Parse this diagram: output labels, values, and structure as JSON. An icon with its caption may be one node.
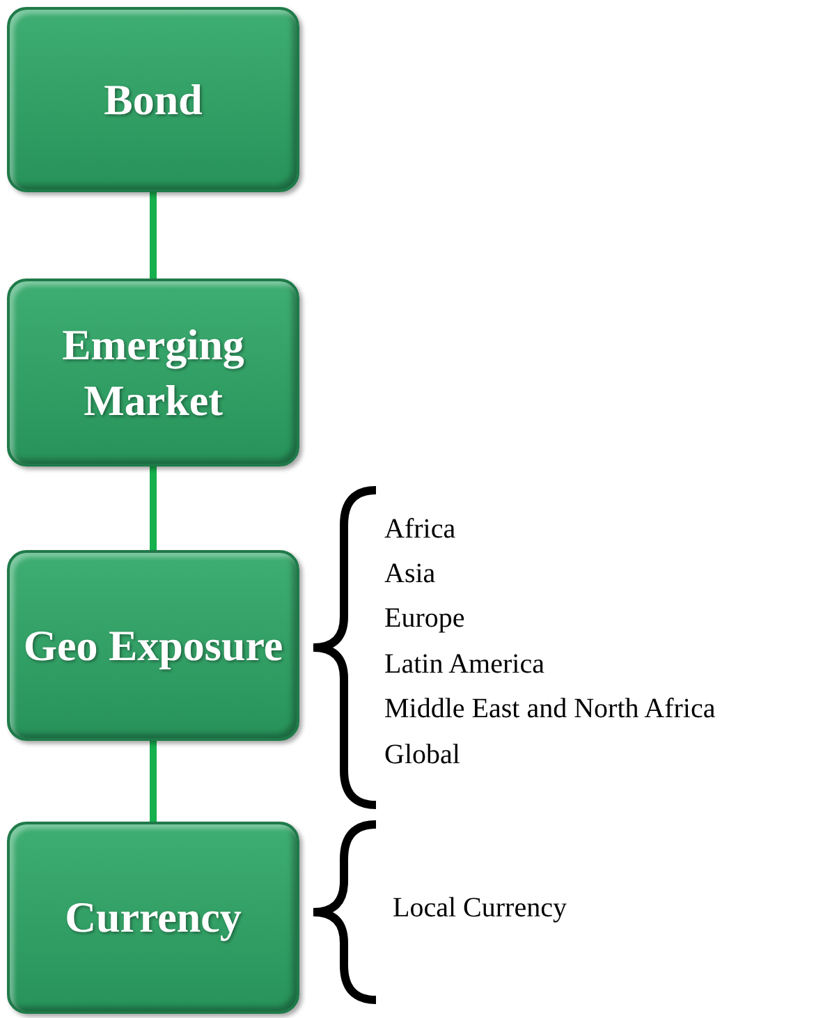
{
  "diagram": {
    "nodes": [
      {
        "text": [
          "Bond"
        ]
      },
      {
        "text": [
          "Emerging Market"
        ]
      },
      {
        "text": [
          "Geo Exposure"
        ]
      },
      {
        "text": [
          "Currency"
        ]
      }
    ],
    "edges": [
      {
        "from": 0,
        "to": 1,
        "arrow": "none"
      },
      {
        "from": 1,
        "to": 2,
        "arrow": "none"
      },
      {
        "from": 2,
        "to": 3,
        "arrow": "none"
      }
    ],
    "labels": [
      "Africa",
      "Asia",
      "Europe",
      "Latin America",
      "Middle East and North Africa",
      "Global",
      "Local Currency"
    ]
  }
}
